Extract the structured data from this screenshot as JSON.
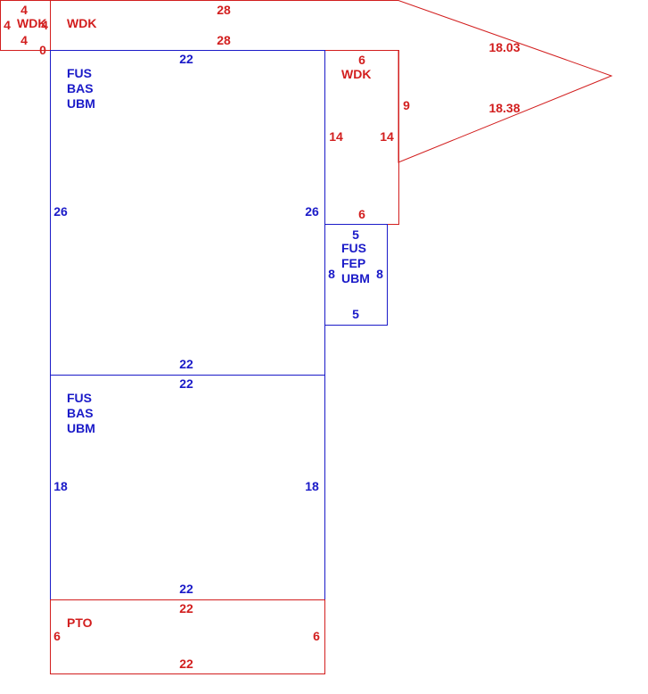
{
  "colors": {
    "red": "#d21e1e",
    "blue": "#1a1ac8"
  },
  "wdk_small": {
    "label": "WDK",
    "dim_top": "4",
    "dim_bottom": "4",
    "dim_left": "4",
    "dim_right": "4"
  },
  "wdk_top": {
    "label": "WDK",
    "dim_top": "28",
    "dim_bottom": "28",
    "dim_corner": "0"
  },
  "wdk_right": {
    "label": "WDK",
    "dim_top": "6",
    "dim_bottom": "6",
    "dim_left": "14",
    "dim_right": "14",
    "dim_right_edge": "9",
    "dim_diag_upper": "18.03",
    "dim_diag_lower": "18.38"
  },
  "bas_upper": {
    "labels": [
      "FUS",
      "BAS",
      "UBM"
    ],
    "dim_top": "22",
    "dim_bottom": "22",
    "dim_left": "26",
    "dim_right": "26"
  },
  "fep": {
    "labels": [
      "FUS",
      "FEP",
      "UBM"
    ],
    "dim_top": "5",
    "dim_bottom": "5",
    "dim_left": "8",
    "dim_right": "8"
  },
  "bas_lower": {
    "labels": [
      "FUS",
      "BAS",
      "UBM"
    ],
    "dim_top": "22",
    "dim_bottom": "22",
    "dim_left": "18",
    "dim_right": "18"
  },
  "pto": {
    "label": "PTO",
    "dim_top": "22",
    "dim_bottom": "22",
    "dim_left": "6",
    "dim_right": "6"
  }
}
